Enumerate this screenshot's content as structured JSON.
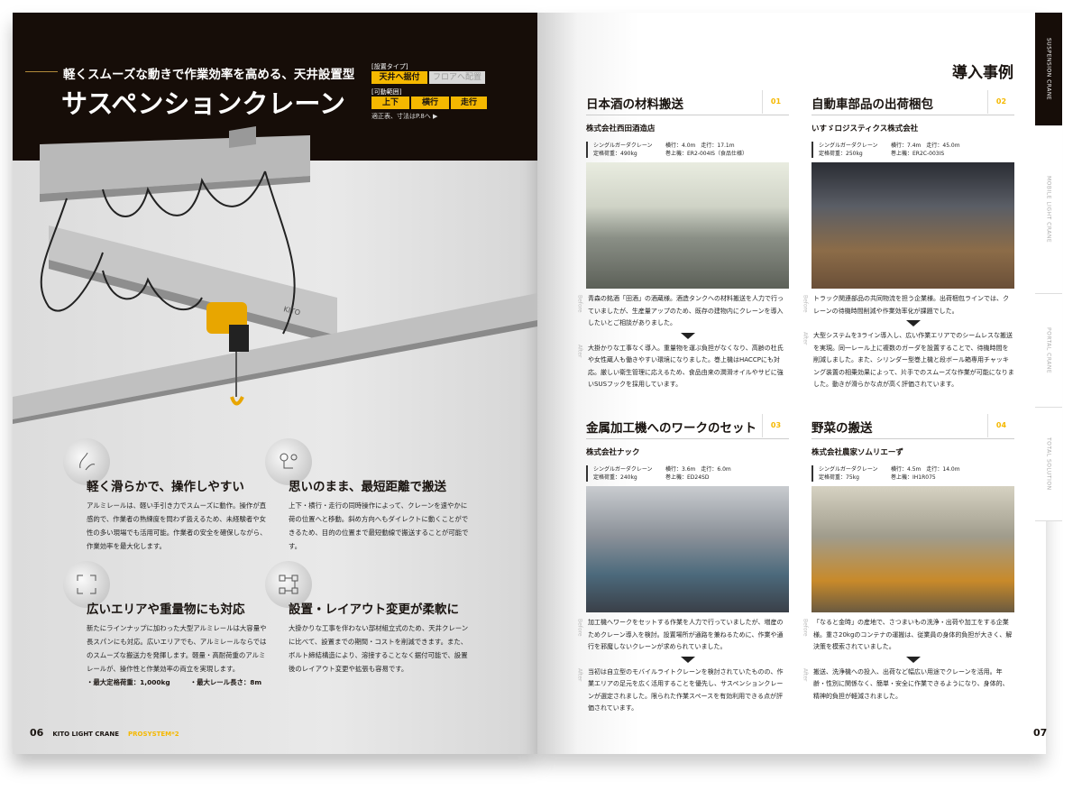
{
  "left_page": {
    "tagline": "軽くスムーズな動きで作業効率を高める、天井設置型",
    "title": "サスペンションクレーン",
    "install_type_label": "[設置タイプ]",
    "install_types": [
      "天井へ据付",
      "フロアへ配置"
    ],
    "movement_label": "[可動範囲]",
    "movements": [
      "上下",
      "横行",
      "走行"
    ],
    "spec_note": "適正表、寸法はP.8へ ▶",
    "rail_label": "KITO",
    "features": [
      {
        "icon": "hand-pull-icon",
        "title": "軽く滑らかで、操作しやすい",
        "body": "アルミレールは、軽い手引き力でスムーズに動作。操作が直感的で、作業者の熟練度を問わず扱えるため、未経験者や女性の多い現場でも活用可能。作業者の安全を確保しながら、作業効率を最大化します。"
      },
      {
        "icon": "route-icon",
        "title": "思いのまま、最短距離で搬送",
        "body": "上下・横行・走行の同時操作によって、クレーンを速やかに荷の位置へと移動。斜め方向へもダイレクトに動くことができるため、目的の位置まで最短動線で搬送することが可能です。"
      },
      {
        "icon": "expand-icon",
        "title": "広いエリアや重量物にも対応",
        "body": "新たにラインナップに加わった大型アルミレールは大容量や長スパンにも対応。広いエリアでも、アルミレールならではのスムーズな搬送力を発揮します。軽量・高耐荷重のアルミレールが、操作性と作業効率の両立を実現します。",
        "specs": [
          "・最大定格荷重：1,000kg",
          "・最大レール長さ：8m"
        ]
      },
      {
        "icon": "layout-change-icon",
        "title": "設置・レイアウト変更が柔軟に",
        "body": "大掛かりな工事を伴わない部材組立式のため、天井クレーンに比べて、設置までの期間・コストを削減できます。また、ボルト締結構造により、溶接することなく据付可能で、設置後のレイアウト変更や拡張も容易です。"
      }
    ],
    "footer": {
      "page": "06",
      "brand": "KITO LIGHT CRANE",
      "series": "PROSYSTEM*2"
    }
  },
  "right_page": {
    "section_title": "導入事例",
    "before_label": "Before",
    "after_label": "After",
    "cases": [
      {
        "num": "01",
        "title": "日本酒の材料搬送",
        "company": "株式会社西田酒造店",
        "specs": [
          "シングルガーダクレーン",
          "横行：4.0m　走行：17.1m",
          "定格荷重：490kg",
          "巻上機：ER2-004IS（食品仕様）"
        ],
        "before": "青森の銘酒「田酒」の酒蔵様。酒造タンクへの材料搬送を人力で行っていましたが、生産量アップのため、既存の建物内にクレーンを導入したいとご相談がありました。",
        "after": "大掛かりな工事なく導入。重量物を運ぶ負担がなくなり、高齢の杜氏や女性蔵人も働きやすい環境になりました。巻上機はHACCPにも対応。厳しい衛生管理に応えるため、食品由来の潤滑オイルやサビに強いSUSフックを採用しています。"
      },
      {
        "num": "02",
        "title": "自動車部品の出荷梱包",
        "company": "いすゞロジスティクス株式会社",
        "specs": [
          "シングルガーダクレーン",
          "横行：7.4m　走行：45.0m",
          "定格荷重：250kg",
          "巻上機：ER2C-003IS"
        ],
        "before": "トラック関連部品の共同物流を担う企業様。出荷梱包ラインでは、クレーンの待機時間削減や作業効率化が課題でした。",
        "after": "大型システムを3ライン導入し、広い作業エリアでのシームレスな搬送を実現。同一レール上に複数のガーダを設置することで、待機時間を削減しました。また、シリンダー型巻上機と段ボール箱専用チャッキング装置の相乗効果によって、片手でのスムーズな作業が可能になりました。動きが滑らかな点が高く評価されています。"
      },
      {
        "num": "03",
        "title": "金属加工機へのワークのセット",
        "company": "株式会社ナック",
        "specs": [
          "シングルガーダクレーン",
          "横行：3.6m　走行：6.0m",
          "定格荷重：240kg",
          "巻上機：ED24SD"
        ],
        "before": "加工機へワークをセットする作業を人力で行っていましたが、増産のためクレーン導入を検討。設置場所が通路を兼ねるために、作業や通行を邪魔しないクレーンが求められていました。",
        "after": "当初は自立型のモバイルライトクレーンを検討されていたものの、作業エリアの足元を広く活用することを優先し、サスペンションクレーンが選定されました。限られた作業スペースを有効利用できる点が評価されています。"
      },
      {
        "num": "04",
        "title": "野菜の搬送",
        "company": "株式会社農家ソムリエーず",
        "specs": [
          "シングルガーダクレーン",
          "横行：4.5m　走行：14.0m",
          "定格荷重：75kg",
          "巻上機：IH1R075"
        ],
        "before": "「なると金時」の産地で、さつまいもの洗浄・出荷や加工をする企業様。重さ20kgのコンテナの運搬は、従業員の身体的負担が大きく、解決策を模索されていました。",
        "after": "搬送、洗浄機への投入、出荷など幅広い用途でクレーンを活用。年齢・性別に関係なく、簡単・安全に作業できるようになり、身体的、精神的負担が軽減されました。"
      }
    ],
    "side_tabs": [
      "SUSPENSION CRANE",
      "MOBILE LIGHT CRANE",
      "PORTAL CRANE",
      "TOTAL SOLUTION"
    ],
    "footer_page": "07"
  },
  "colors": {
    "accent": "#f5b800",
    "dark": "#160d08"
  }
}
